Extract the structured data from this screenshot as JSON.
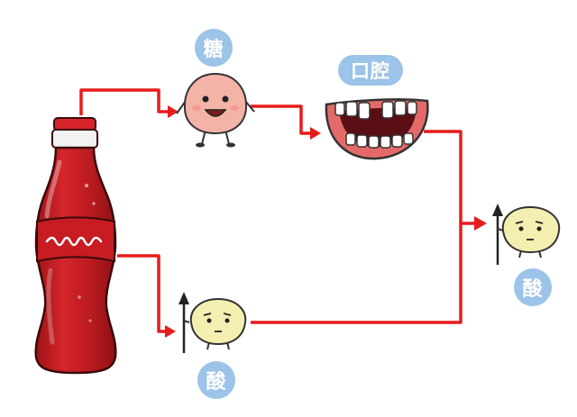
{
  "labels": {
    "sugar": "糖",
    "oral_cavity": "口腔",
    "acid_bottom": "酸",
    "acid_right": "酸"
  },
  "colors": {
    "badge": "#9cc3e8",
    "arrow": "#e61c1c",
    "bottle": "#c21a1e",
    "bottle_cap": "#d6242a",
    "sugar_face": "#f3b3a7",
    "acid_face": "#f3efb0",
    "gums": "#e46a6a"
  },
  "icons": {
    "bottle": "soda-bottle-icon",
    "sugar": "sugar-character-icon",
    "mouth": "teeth-mouth-icon",
    "acid": "acid-character-icon"
  }
}
